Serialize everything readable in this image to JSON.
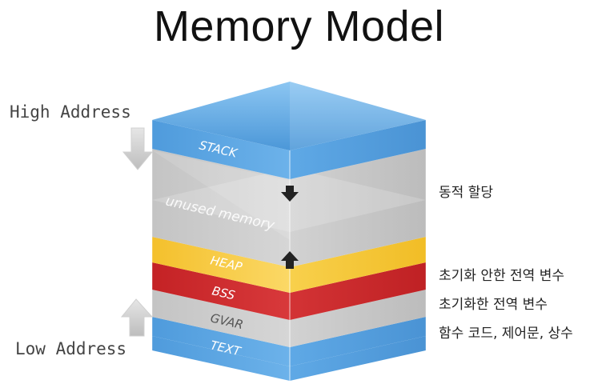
{
  "title": "Memory Model",
  "address": {
    "high": "High Address",
    "low": "Low Address"
  },
  "layers": {
    "stack": "STACK",
    "unused": "unused memory",
    "heap": "HEAP",
    "bss": "BSS",
    "gvar": "GVAR",
    "text": "TEXT"
  },
  "notes": {
    "dynamic": "동적 할당",
    "uninit": "초기화 안한 전역 변수",
    "init": "초기화한 전역 변수",
    "code": "함수 코드, 제어문, 상수"
  },
  "colors": {
    "stack": "#5aa6e4",
    "heap": "#f5c63c",
    "bss": "#cc2b2e",
    "gvar": "#cfcfcf",
    "text": "#5aa6e4",
    "unused": "#bdbdbd"
  }
}
